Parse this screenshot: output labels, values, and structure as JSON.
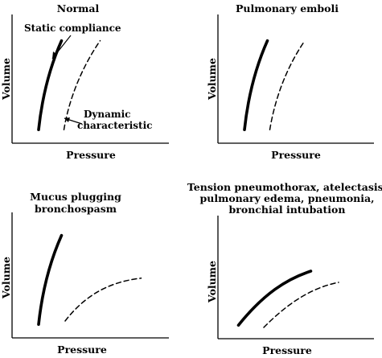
{
  "chart_data": [
    {
      "type": "line",
      "title": [
        "Normal"
      ],
      "xlabel": "Pressure",
      "ylabel": "Volume",
      "annotations": [
        "Static compliance",
        "Dynamic",
        "characteristic"
      ],
      "series": [
        {
          "style": "solid",
          "points": [
            [
              0.22,
              0.12
            ],
            [
              0.25,
              0.42
            ],
            [
              0.31,
              0.67
            ],
            [
              0.41,
              0.91
            ]
          ]
        },
        {
          "style": "dashed",
          "points": [
            [
              0.43,
              0.12
            ],
            [
              0.47,
              0.38
            ],
            [
              0.57,
              0.66
            ],
            [
              0.73,
              0.91
            ]
          ]
        }
      ]
    },
    {
      "type": "line",
      "title": [
        "Pulmonary emboli"
      ],
      "xlabel": "Pressure",
      "ylabel": "Volume",
      "annotations": [],
      "series": [
        {
          "style": "solid",
          "points": [
            [
              0.22,
              0.12
            ],
            [
              0.25,
              0.42
            ],
            [
              0.31,
              0.67
            ],
            [
              0.41,
              0.91
            ]
          ]
        },
        {
          "style": "dashed",
          "points": [
            [
              0.43,
              0.12
            ],
            [
              0.47,
              0.38
            ],
            [
              0.56,
              0.66
            ],
            [
              0.72,
              0.91
            ]
          ]
        }
      ]
    },
    {
      "type": "line",
      "title": [
        "Mucus plugging",
        "bronchospasm"
      ],
      "xlabel": "Pressure",
      "ylabel": "Volume",
      "annotations": [],
      "series": [
        {
          "style": "solid",
          "points": [
            [
              0.22,
              0.12
            ],
            [
              0.25,
              0.42
            ],
            [
              0.31,
              0.67
            ],
            [
              0.41,
              0.91
            ]
          ]
        },
        {
          "style": "dashed",
          "points": [
            [
              0.44,
              0.15
            ],
            [
              0.62,
              0.4
            ],
            [
              0.83,
              0.5
            ],
            [
              1.07,
              0.53
            ]
          ]
        }
      ]
    },
    {
      "type": "line",
      "title": [
        "Tension pneumothorax, atelectasis,",
        "pulmonary edema, pneumonia,",
        "bronchial intubation"
      ],
      "xlabel": "Pressure",
      "ylabel": "Volume",
      "annotations": [],
      "series": [
        {
          "style": "solid",
          "points": [
            [
              0.17,
              0.12
            ],
            [
              0.38,
              0.4
            ],
            [
              0.57,
              0.53
            ],
            [
              0.77,
              0.6
            ]
          ]
        },
        {
          "style": "dashed",
          "points": [
            [
              0.38,
              0.1
            ],
            [
              0.61,
              0.35
            ],
            [
              0.81,
              0.46
            ],
            [
              1.0,
              0.5
            ]
          ]
        }
      ]
    }
  ]
}
